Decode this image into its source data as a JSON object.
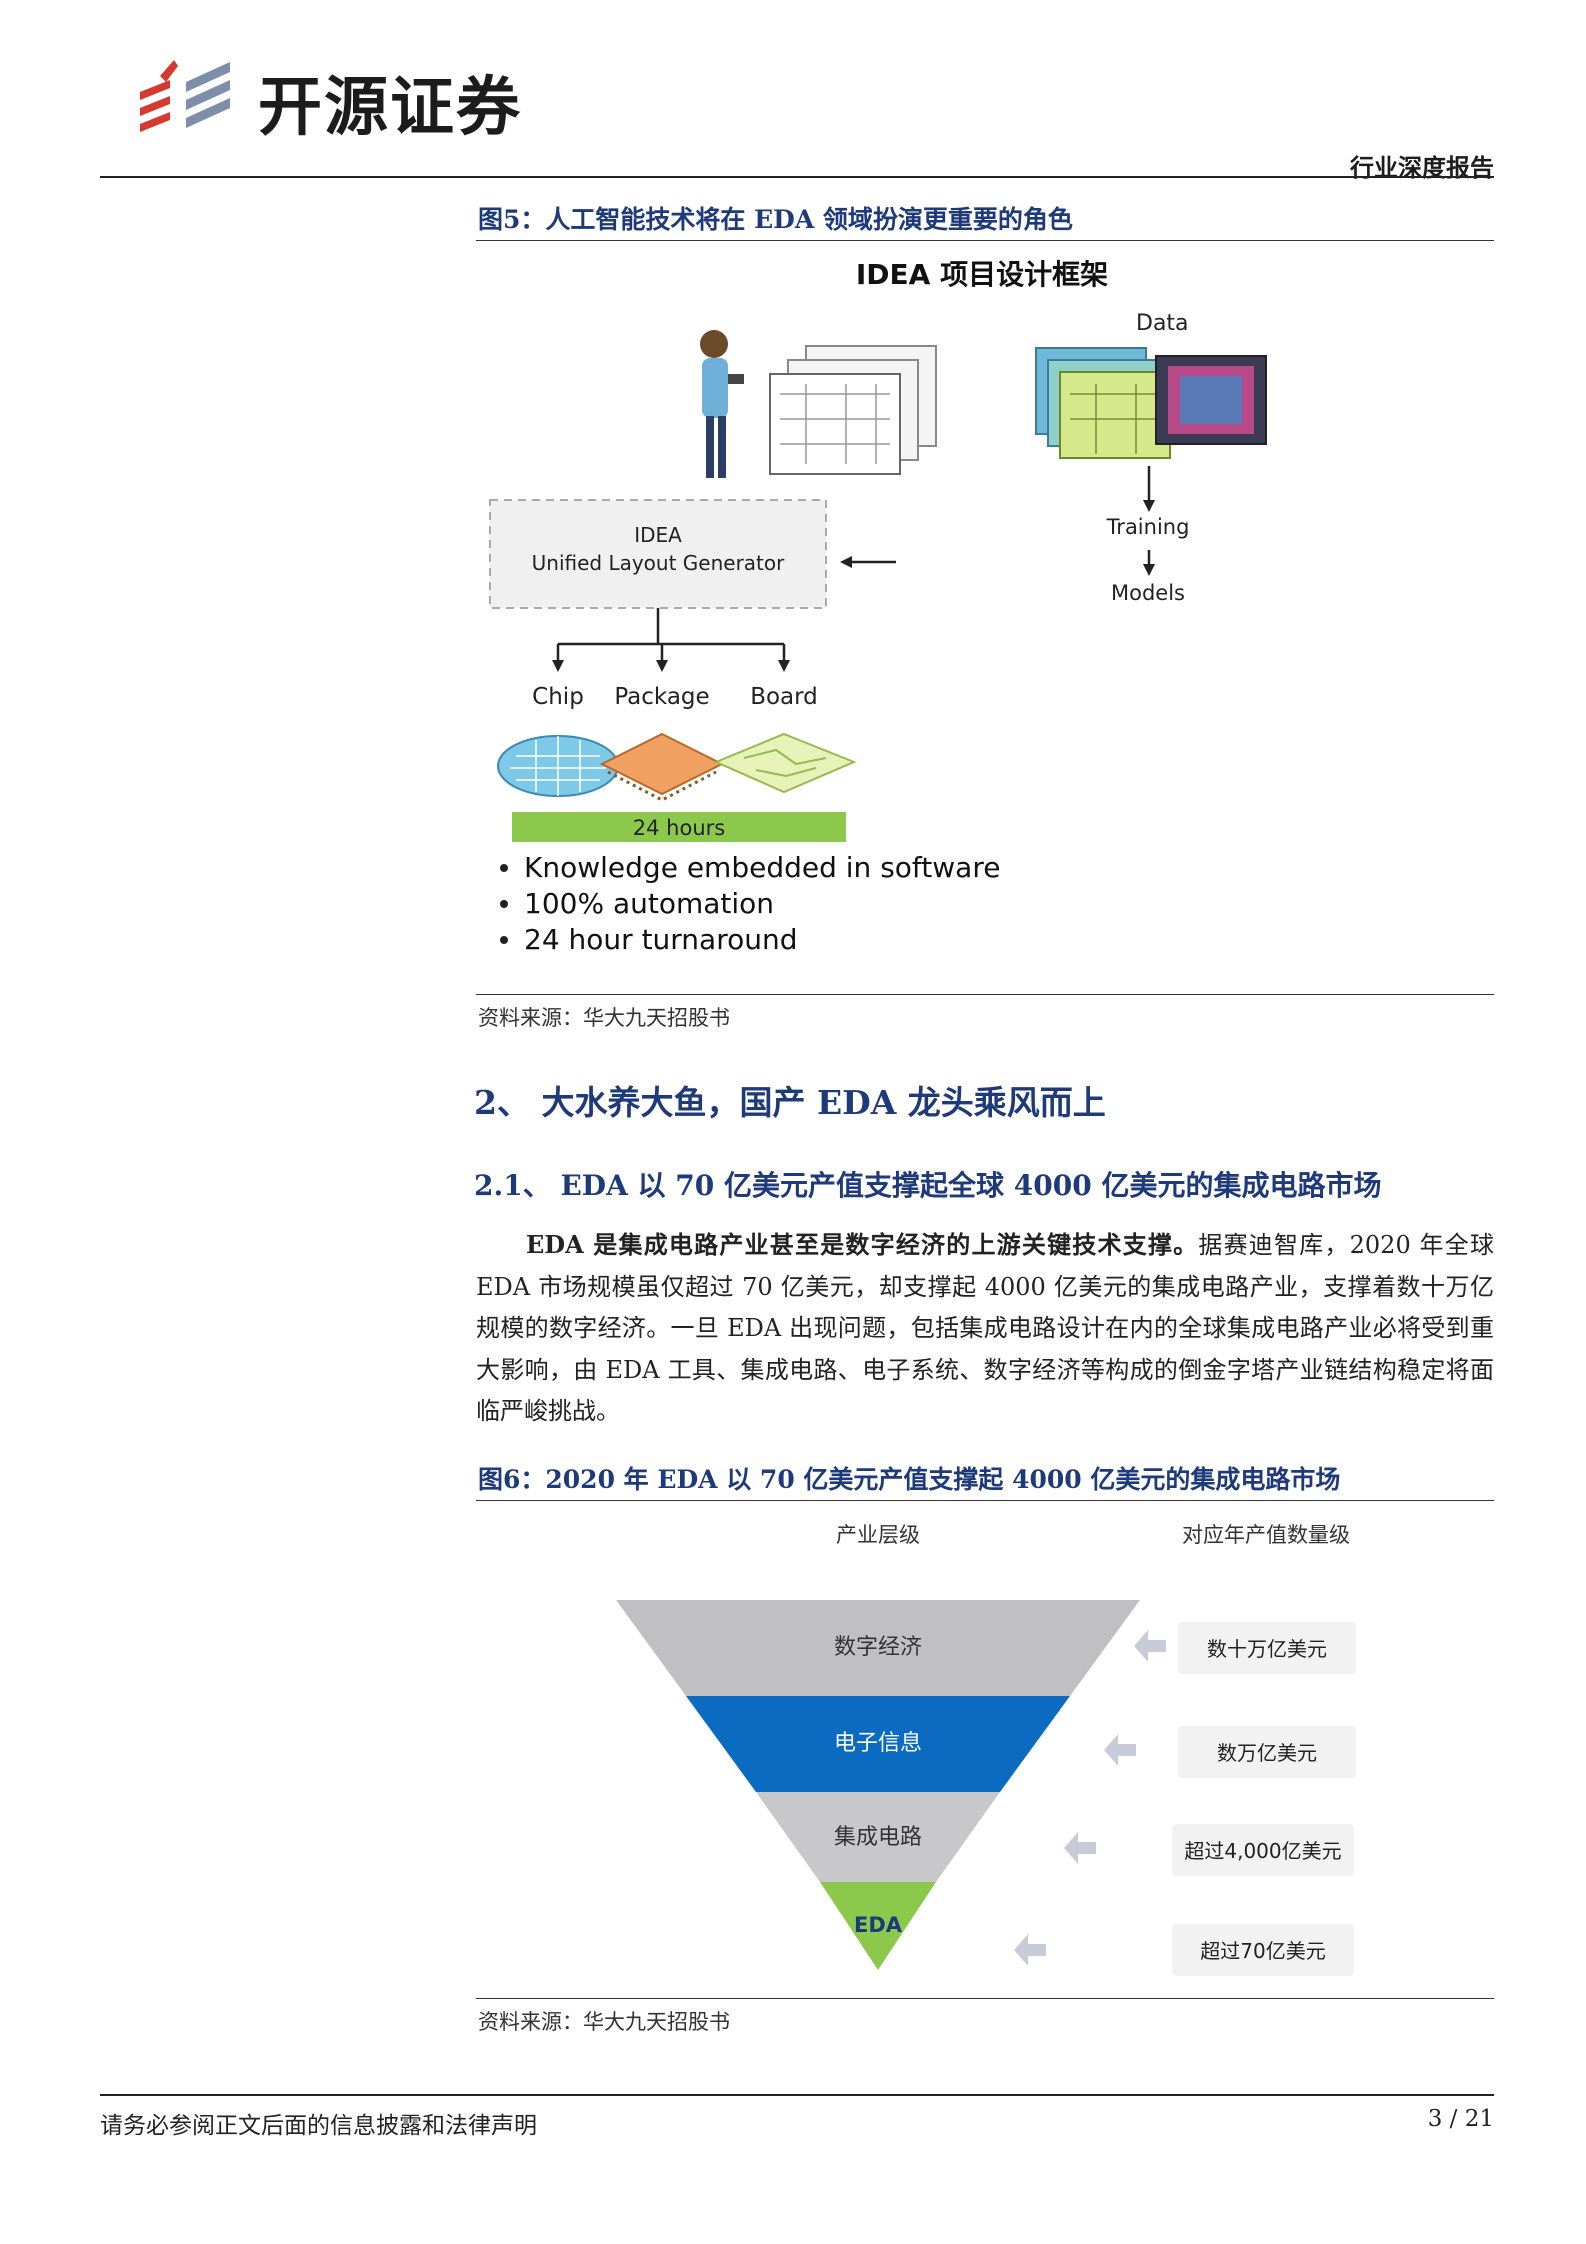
{
  "header": {
    "brand": "开源证券",
    "report_type": "行业深度报告"
  },
  "figure5": {
    "caption": "图5：人工智能技术将在 EDA 领域扮演更重要的角色",
    "title": "IDEA 项目设计框架",
    "data_label": "Data",
    "training_label": "Training",
    "models_label": "Models",
    "generator_line1": "IDEA",
    "generator_line2": "Unified Layout Generator",
    "outputs": [
      "Chip",
      "Package",
      "Board"
    ],
    "time_bar": "24 hours",
    "bullets": [
      "Knowledge embedded in software",
      "100% automation",
      "24 hour turnaround"
    ],
    "source": "资料来源：华大九天招股书"
  },
  "section2": {
    "heading": "2、 大水养大鱼，国产 EDA 龙头乘风而上"
  },
  "section21": {
    "heading": "2.1、 EDA 以 70 亿美元产值支撑起全球 4000 亿美元的集成电路市场",
    "lead": "EDA 是集成电路产业甚至是数字经济的上游关键技术支撑。",
    "body": "据赛迪智库，2020 年全球 EDA 市场规模虽仅超过 70 亿美元，却支撑起 4000 亿美元的集成电路产业，支撑着数十万亿规模的数字经济。一旦 EDA 出现问题，包括集成电路设计在内的全球集成电路产业必将受到重大影响，由 EDA 工具、集成电路、电子系统、数字经济等构成的倒金字塔产业链结构稳定将面临严峻挑战。"
  },
  "figure6": {
    "caption": "图6：2020 年 EDA 以 70 亿美元产值支撑起 4000 亿美元的集成电路市场",
    "col_left": "产业层级",
    "col_right": "对应年产值数量级",
    "levels": [
      {
        "name": "数字经济",
        "value": "数十万亿美元",
        "color": "#c0c0c3"
      },
      {
        "name": "电子信息",
        "value": "数万亿美元",
        "color": "#0a6bc0"
      },
      {
        "name": "集成电路",
        "value": "超过4,000亿美元",
        "color": "#c8c8cb"
      },
      {
        "name": "EDA",
        "value": "超过70亿美元",
        "color": "#8cc84b"
      }
    ],
    "source": "资料来源：华大九天招股书"
  },
  "footer": {
    "disclaimer": "请务必参阅正文后面的信息披露和法律声明",
    "page": "3 / 21"
  }
}
